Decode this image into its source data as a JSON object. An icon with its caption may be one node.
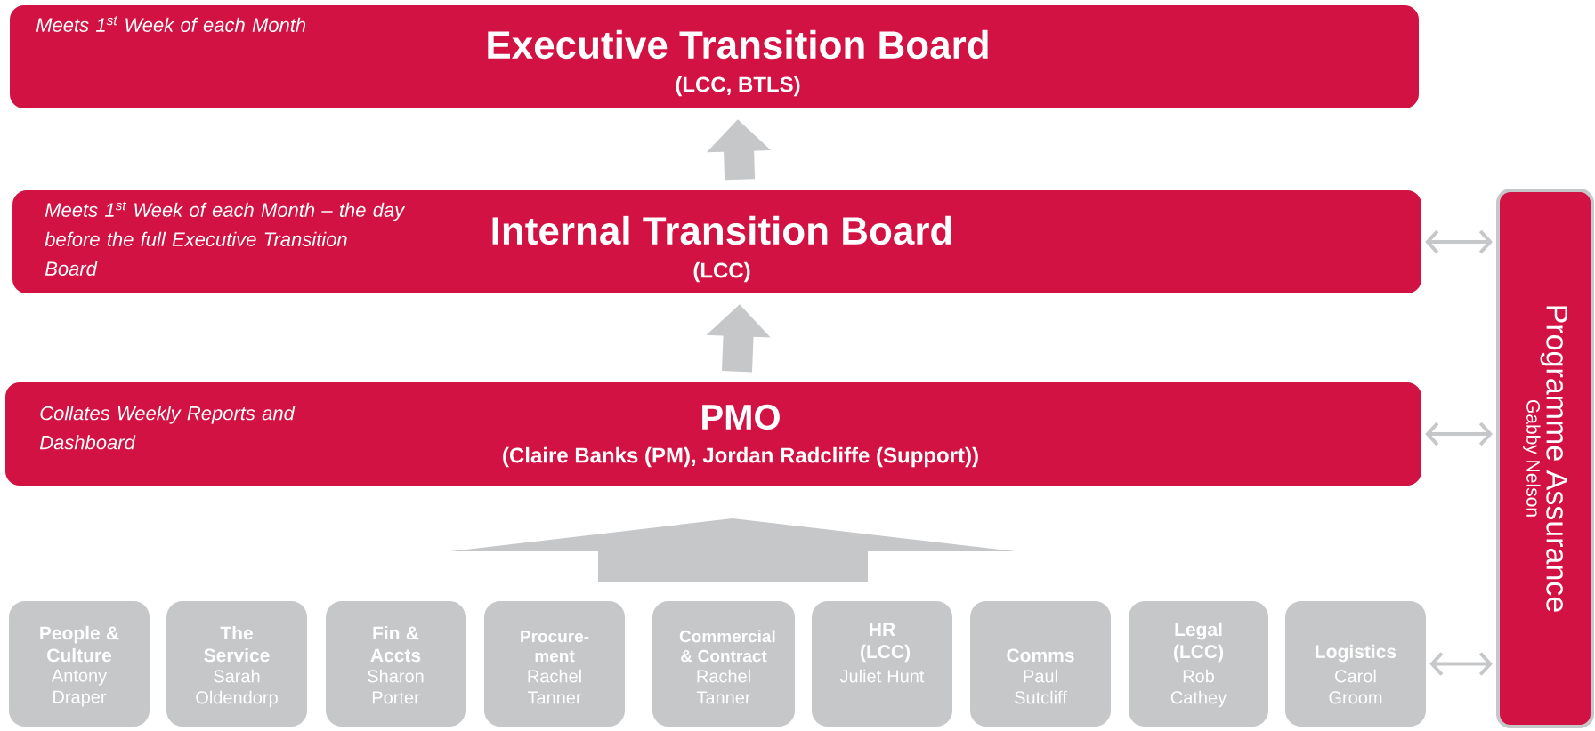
{
  "diagram": {
    "nodes": [
      {
        "text": [
          "Meets 1$^{st}$ Week of each Month",
          "Executive Transition Board",
          "(LCC, BTLS)"
        ]
      },
      {
        "text": [
          "Meets 1$^{st}$ Week of each Month – the day before the full Executive Transition Board",
          "Internal Transition Board",
          "(LCC)"
        ]
      },
      {
        "text": [
          "Collates Weekly Reports and Dashboard",
          "PMO",
          "(Claire Banks (PM), Jordan Radcliffe (Support))"
        ]
      },
      {
        "text": [
          "People & Culture",
          "Antony Draper"
        ]
      },
      {
        "text": [
          "The Service",
          "Sarah Oldendorp"
        ]
      },
      {
        "text": [
          "Fin & Accts",
          "Sharon Porter"
        ]
      },
      {
        "text": [
          "Procure-ment",
          "Rachel Tanner"
        ]
      },
      {
        "text": [
          "Commercial & Contract",
          "Rachel Tanner"
        ]
      },
      {
        "text": [
          "HR (LCC)",
          "Juliet Hunt"
        ]
      },
      {
        "text": [
          "Comms",
          "Paul Sutcliff"
        ]
      },
      {
        "text": [
          "Legal (LCC)",
          "Rob Cathey"
        ]
      },
      {
        "text": [
          "Logistics",
          "Carol Groom"
        ]
      },
      {
        "text": [
          "Programme Assurance",
          "Gabby Nelson"
        ]
      }
    ],
    "edges": [
      {
        "from": 1,
        "to": 0,
        "arrow": "to",
        "style": "thick"
      },
      {
        "from": 2,
        "to": 1,
        "arrow": "to",
        "style": "thick"
      },
      {
        "from": 3,
        "to": 2,
        "arrow": "to",
        "style": "thick"
      },
      {
        "from": 4,
        "to": 2,
        "arrow": "to",
        "style": "thick"
      },
      {
        "from": 5,
        "to": 2,
        "arrow": "to",
        "style": "thick"
      },
      {
        "from": 6,
        "to": 2,
        "arrow": "to",
        "style": "thick"
      },
      {
        "from": 7,
        "to": 2,
        "arrow": "to",
        "style": "thick"
      },
      {
        "from": 8,
        "to": 2,
        "arrow": "to",
        "style": "thick"
      },
      {
        "from": 9,
        "to": 2,
        "arrow": "to",
        "style": "thick"
      },
      {
        "from": 10,
        "to": 2,
        "arrow": "to",
        "style": "thick"
      },
      {
        "from": 11,
        "to": 2,
        "arrow": "to",
        "style": "thick"
      },
      {
        "from": 1,
        "to": 12,
        "arrow": "both"
      },
      {
        "from": 2,
        "to": 12,
        "arrow": "both"
      },
      {
        "from": 11,
        "to": 12,
        "arrow": "both"
      }
    ]
  }
}
